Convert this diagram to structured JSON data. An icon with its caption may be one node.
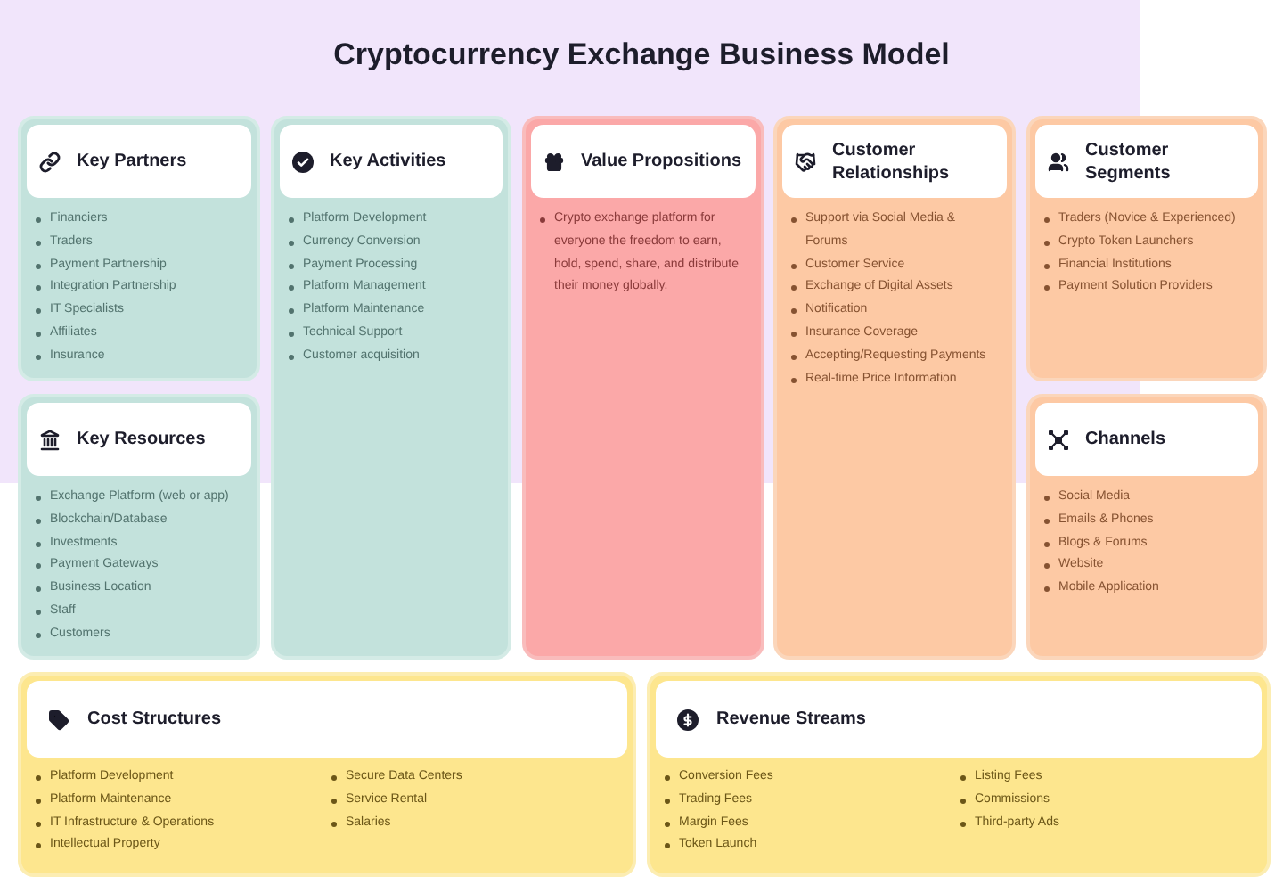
{
  "diagram": {
    "title": "Cryptocurrency Exchange Business Model",
    "nodes": [
      {
        "text": [
          "Financiers",
          "Traders",
          "Payment Partnership",
          "Integration Partnership",
          "IT Specialists",
          "Affiliates",
          "Insurance"
        ]
      },
      {
        "text": [
          "Key Partners"
        ],
        "in": 0
      },
      {
        "text": [
          "Platform Development",
          "Currency Conversion",
          "Payment Processing",
          "Platform Management",
          "Platform Maintenance",
          "Technical Support",
          "Customer acquisition"
        ]
      },
      {
        "text": [
          "Key Activities"
        ],
        "in": 2
      },
      {
        "text": [
          "Crypto exchange platform for everyone the freedom to earn, hold, spend, share, and distribute their money globally."
        ]
      },
      {
        "text": [
          "Value Propositions"
        ],
        "in": 4
      },
      {
        "text": [
          "Support via Social Media & Forums",
          "Customer Service",
          "Exchange of Digital Assets",
          "Notification",
          "Insurance Coverage",
          "Accepting/Requesting Payments",
          "Real-time Price Information"
        ]
      },
      {
        "text": [
          "Customer Relationships"
        ],
        "in": 6
      },
      {
        "text": [
          "Traders (Novice & Experienced)",
          "Crypto Token Launchers",
          "Financial Institutions",
          "Payment Solution Providers"
        ]
      },
      {
        "text": [
          "Customer Segments"
        ],
        "in": 8
      },
      {
        "text": [
          "Exchange Platform (web or app)",
          "Blockchain/Database",
          "Investments",
          "Payment Gateways",
          "Business Location",
          "Staff",
          "Customers"
        ]
      },
      {
        "text": [
          "Key Resources"
        ],
        "in": 10
      },
      {
        "text": [
          "Social Media",
          "Emails & Phones",
          "Blogs & Forums",
          "Website",
          "Mobile Application"
        ]
      },
      {
        "text": [
          "Channels"
        ],
        "in": 12
      },
      {
        "text": [
          "Platform Development",
          "Platform Maintenance",
          "IT Infrastructure & Operations",
          "Intellectual Property",
          "Secure Data Centers",
          "Service Rental",
          "Salaries"
        ]
      },
      {
        "text": [
          "Cost Structures"
        ],
        "in": 14
      },
      {
        "text": [
          "Conversion Fees",
          "Trading Fees",
          "Margin Fees",
          "Token Launch",
          "Listing Fees",
          "Commissions",
          "Third-party Ads"
        ]
      },
      {
        "text": [
          "Revenue Streams"
        ],
        "in": 16
      }
    ]
  }
}
